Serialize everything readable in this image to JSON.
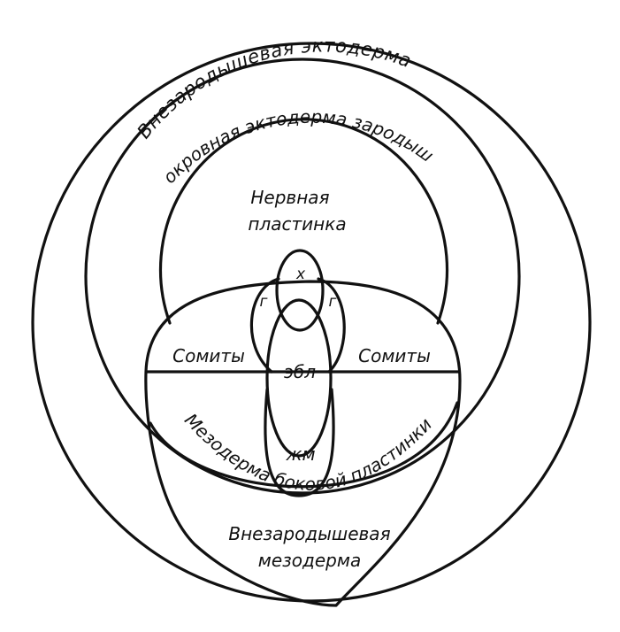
{
  "diagram": {
    "labels": {
      "extraembryonic_ectoderm": "Внезародышевая  эктодерма",
      "embryo_surface_ectoderm": "Покровная эктодерма зародыша",
      "neural_plate_line1": "Нервная",
      "neural_plate_line2": "пластинка",
      "notochord": "х",
      "left_g": "г",
      "right_g": "г",
      "somites_left": "Сомиты",
      "somites_right": "Сомиты",
      "embryoblast": "эбл",
      "gut": "жм",
      "lateral_plate_mesoderm": "Мезодерма боковой пластинки",
      "extraembryonic_mesoderm_line1": "Внезародышевая",
      "extraembryonic_mesoderm_line2": "мезодерма"
    }
  }
}
